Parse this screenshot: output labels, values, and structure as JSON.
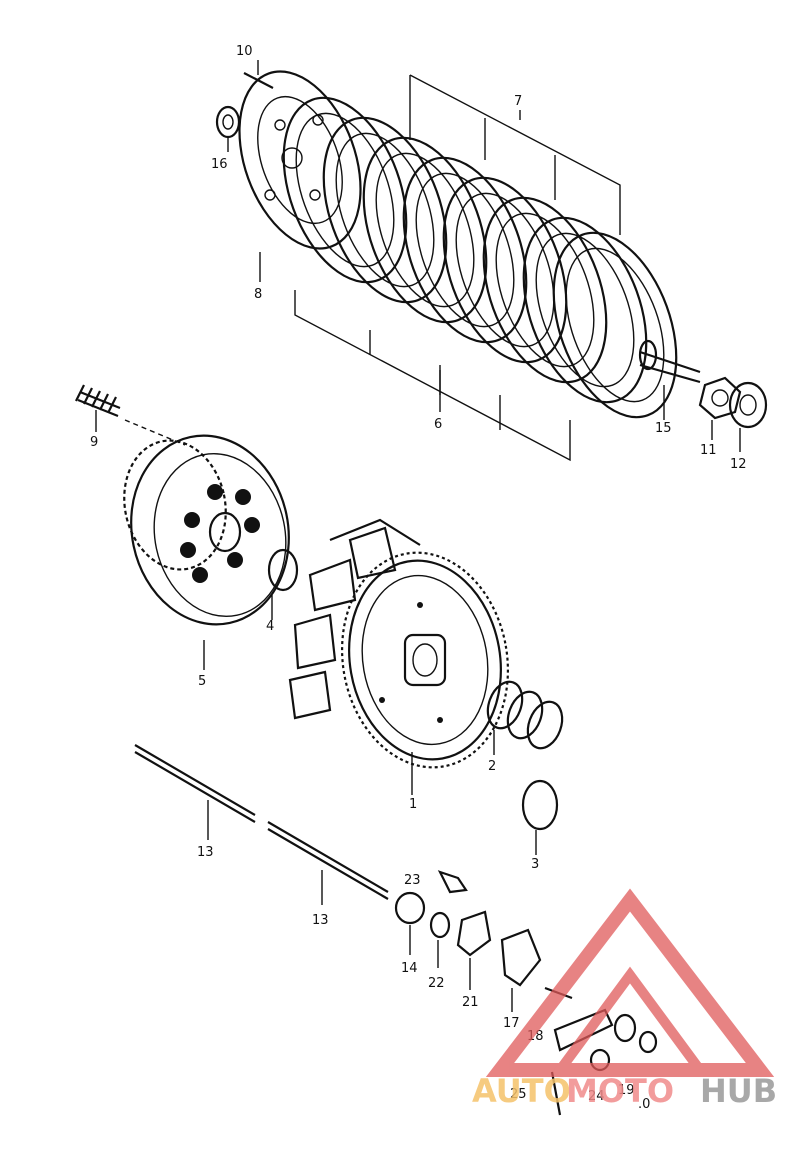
{
  "callouts": {
    "c1": "1",
    "c2": "2",
    "c3": "3",
    "c4": "4",
    "c5": "5",
    "c6": "6",
    "c7": "7",
    "c8": "8",
    "c9": "9",
    "c10": "10",
    "c11": "11",
    "c12": "12",
    "c13a": "13",
    "c13b": "13",
    "c14": "14",
    "c15": "15",
    "c16": "16",
    "c17": "17",
    "c18": "18",
    "c19": "19",
    "c20": ".0",
    "c21": "21",
    "c22": "22",
    "c23": "23",
    "c24": "24",
    "c25": "25"
  },
  "watermark": {
    "part1": "AUTO",
    "part2": "MOTO",
    "part3": "HUB",
    "colors": {
      "auto": "#f5c26b",
      "moto": "#f08b8b",
      "hub": "#9a9a9a",
      "logo": "#e05a5a"
    }
  }
}
